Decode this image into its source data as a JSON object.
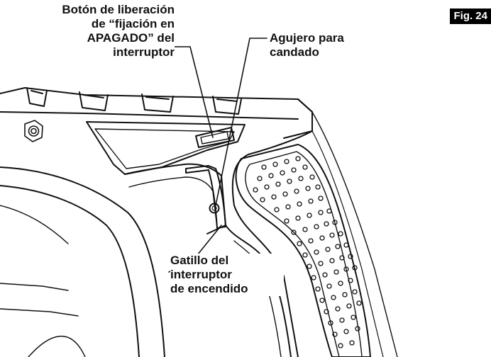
{
  "figure_label": "Fig. 24",
  "callouts": {
    "release_button": "Botón de liberación\nde “fijación en\nAPAGADO” del\ninterruptor",
    "padlock_hole": "Agujero para\ncandado",
    "trigger": "Gatillo del\ninterruptor\nde encendido"
  }
}
